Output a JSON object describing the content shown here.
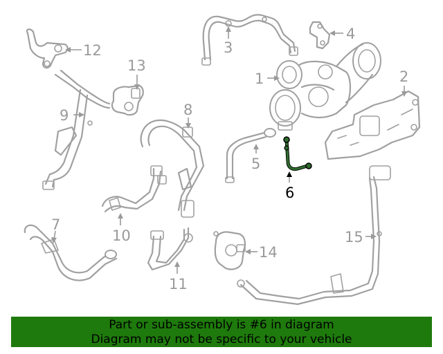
{
  "callouts": {
    "c1": "1",
    "c2": "2",
    "c3": "3",
    "c4": "4",
    "c5": "5",
    "c6": "6",
    "c7": "7",
    "c8": "8",
    "c9": "9",
    "c10": "10",
    "c11": "11",
    "c12": "12",
    "c13": "13",
    "c14": "14",
    "c15": "15"
  },
  "highlighted_part": "6",
  "colors": {
    "highlight": "#2e6b2e",
    "banner": "#1e7a0c",
    "parts": "#a0a0a0"
  },
  "banner": {
    "line1": "Part or sub-assembly is #6 in diagram",
    "line2": "Diagram may not be specific to your vehicle"
  }
}
